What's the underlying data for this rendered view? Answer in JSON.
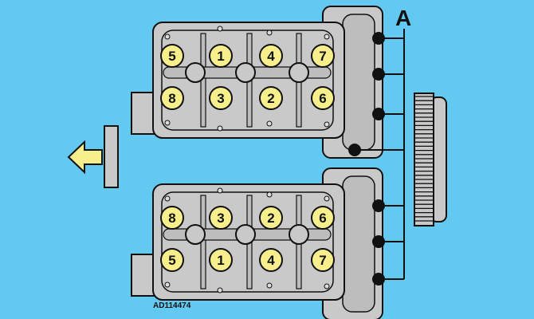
{
  "figure_code": "AD114474",
  "callout_label": "A",
  "upper_head": {
    "row1": [
      "5",
      "1",
      "4",
      "7"
    ],
    "row2": [
      "8",
      "3",
      "2",
      "6"
    ]
  },
  "lower_head": {
    "row1": [
      "8",
      "3",
      "2",
      "6"
    ],
    "row2": [
      "5",
      "1",
      "4",
      "7"
    ]
  },
  "colors": {
    "background": "#63c9f1",
    "metal": "#c9c9c9",
    "bolt_circle": "#f6ef8c",
    "arrow": "#f6ef8c"
  }
}
